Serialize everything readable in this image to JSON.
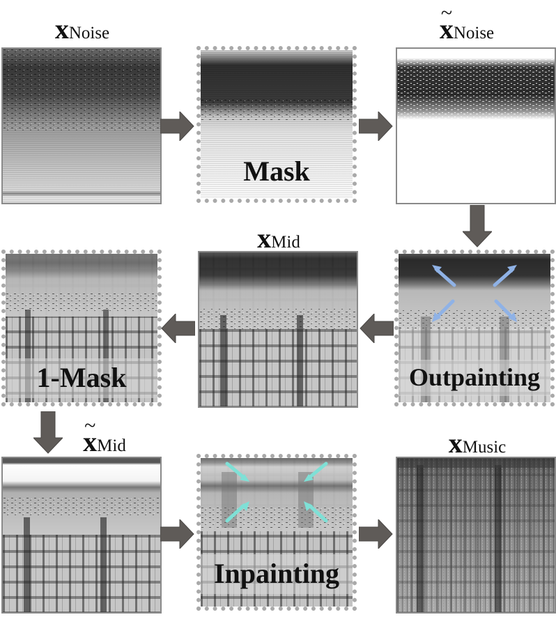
{
  "labels": {
    "x_noise": {
      "base": "x",
      "sub": "Noise",
      "tilde": false
    },
    "xt_noise": {
      "base": "x",
      "sub": "Noise",
      "tilde": true
    },
    "x_mid": {
      "base": "x",
      "sub": "Mid",
      "tilde": false
    },
    "xt_mid": {
      "base": "x",
      "sub": "Mid",
      "tilde": true
    },
    "x_music": {
      "base": "x",
      "sub": "Music",
      "tilde": false
    }
  },
  "captions": {
    "mask": "Mask",
    "outpainting": "Outpainting",
    "one_minus_mask": "1-Mask",
    "inpainting": "Inpainting"
  },
  "tilde_glyph": "~",
  "colors": {
    "flow_arrow": "#5f5b58",
    "outpaint_arrow": "#8fb2e6",
    "inpaint_arrow": "#7fe0d6",
    "frame_solid": "#8a8a8a",
    "frame_dotted": "#a9a9a9"
  }
}
